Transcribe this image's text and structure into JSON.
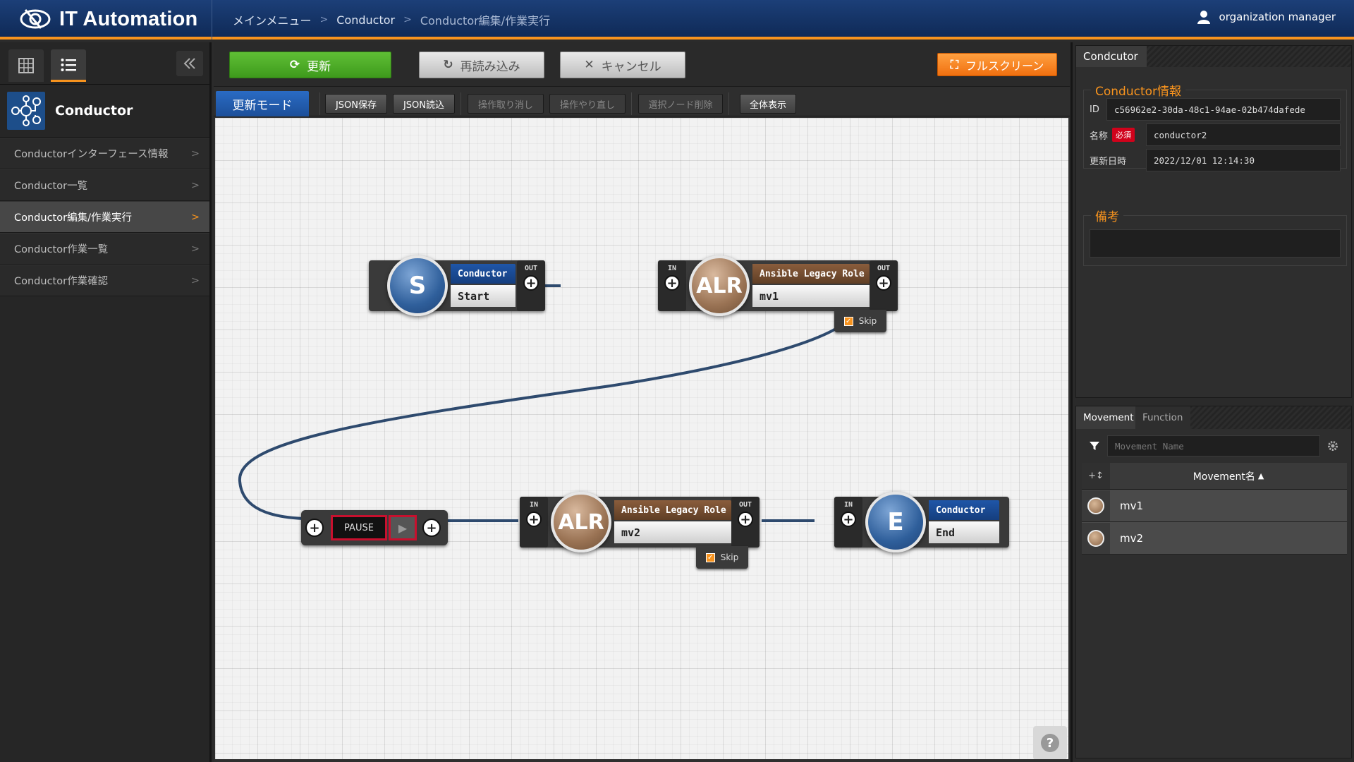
{
  "header": {
    "app_name": "IT Automation",
    "breadcrumbs": [
      "メインメニュー",
      "Conductor",
      "Conductor編集/作業実行"
    ],
    "user": "organization manager"
  },
  "sidebar": {
    "title": "Conductor",
    "items": [
      {
        "label": "Conductorインターフェース情報",
        "active": false
      },
      {
        "label": "Conductor一覧",
        "active": false
      },
      {
        "label": "Conductor編集/作業実行",
        "active": true
      },
      {
        "label": "Conductor作業一覧",
        "active": false
      },
      {
        "label": "Conductor作業確認",
        "active": false
      }
    ]
  },
  "toolbar": {
    "update": "更新",
    "reload": "再読み込み",
    "cancel": "キャンセル",
    "fullscreen": "フルスクリーン",
    "mode": "更新モード",
    "json_save": "JSON保存",
    "json_load": "JSON読込",
    "undo": "操作取り消し",
    "redo": "操作やり直し",
    "delete_node": "選択ノード削除",
    "show_all": "全体表示"
  },
  "canvas": {
    "start": {
      "type": "Conductor",
      "name": "Start",
      "letter": "S",
      "out": "OUT"
    },
    "mv1": {
      "type": "Ansible Legacy Role",
      "name": "mv1",
      "letter": "ALR",
      "in": "IN",
      "out": "OUT",
      "skip": "Skip",
      "skip_checked": true
    },
    "pause": {
      "label": "PAUSE"
    },
    "mv2": {
      "type": "Ansible Legacy Role",
      "name": "mv2",
      "letter": "ALR",
      "in": "IN",
      "out": "OUT",
      "skip": "Skip",
      "skip_checked": true
    },
    "end": {
      "type": "Conductor",
      "name": "End",
      "letter": "E",
      "in": "IN"
    }
  },
  "panel": {
    "tab": "Condcutor",
    "info_legend": "Conductor情報",
    "id_label": "ID",
    "id_value": "c56962e2-30da-48c1-94ae-02b474dafede",
    "name_label": "名称",
    "required": "必須",
    "name_value": "conductor2",
    "updated_label": "更新日時",
    "updated_value": "2022/12/01 12:14:30",
    "note_legend": "備考"
  },
  "movement": {
    "tabs": [
      "Movement",
      "Function"
    ],
    "filter_placeholder": "Movement Name",
    "column": "Movement名",
    "rows": [
      "mv1",
      "mv2"
    ]
  },
  "colors": {
    "accent": "#f7931e",
    "header": "#1c3f78",
    "update_btn": "#4caf28",
    "required": "#d0021b"
  }
}
